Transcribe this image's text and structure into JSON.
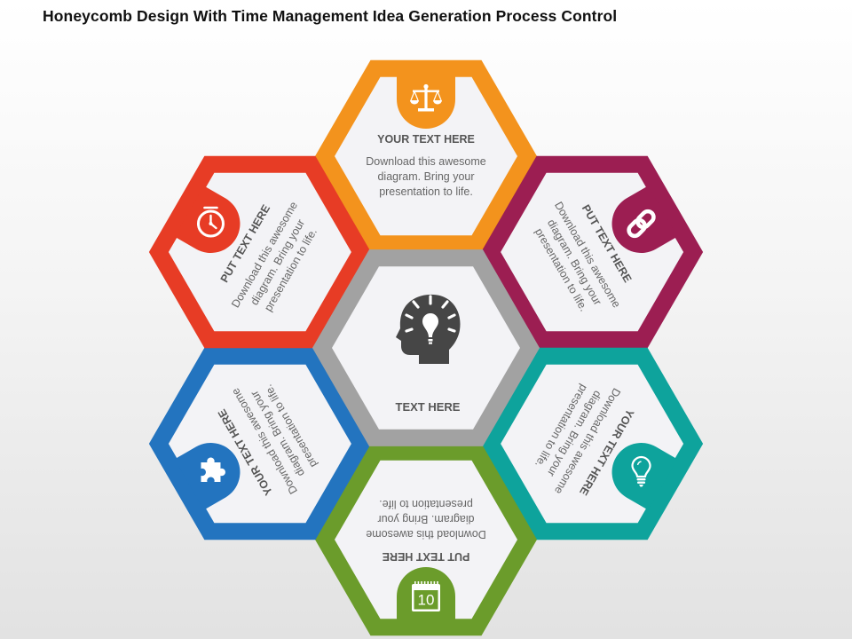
{
  "title": "Honeycomb Design With Time Management Idea Generation Process Control",
  "center": {
    "label": "TEXT HERE",
    "icon": "head-lightbulb-icon",
    "color": "#a2a2a2"
  },
  "hexagons": [
    {
      "id": "top",
      "color": "#f3931d",
      "icon": "scales-icon",
      "title": "YOUR TEXT HERE",
      "body": [
        "Download this awesome",
        "diagram. Bring your",
        "presentation to life."
      ]
    },
    {
      "id": "upper-right",
      "color": "#9c1e52",
      "icon": "chain-link-icon",
      "title": "PUT TEXT HERE",
      "body": [
        "Download this awesome",
        "diagram. Bring your",
        "presentation to life."
      ]
    },
    {
      "id": "lower-right",
      "color": "#0ea39c",
      "icon": "lightbulb-icon",
      "title": "YOUR TEXT HERE",
      "body": [
        "Download this awesome",
        "diagram. Bring your",
        "presentation to life."
      ]
    },
    {
      "id": "bottom",
      "color": "#6b9c2b",
      "icon": "calendar-icon",
      "icon_text": "10",
      "title": "PUT TEXT HERE",
      "body": [
        "Download this awesome",
        "diagram. Bring your",
        "presentation to life."
      ]
    },
    {
      "id": "lower-left",
      "color": "#2374bf",
      "icon": "puzzle-piece-icon",
      "title": "YOUR TEXT HERE",
      "body": [
        "Download this awesome",
        "diagram. Bring your",
        "presentation to life."
      ]
    },
    {
      "id": "upper-left",
      "color": "#e73c25",
      "icon": "clock-icon",
      "title": "PUT TEXT HERE",
      "body": [
        "Download this awesome",
        "diagram. Bring your",
        "presentation to life."
      ]
    }
  ]
}
